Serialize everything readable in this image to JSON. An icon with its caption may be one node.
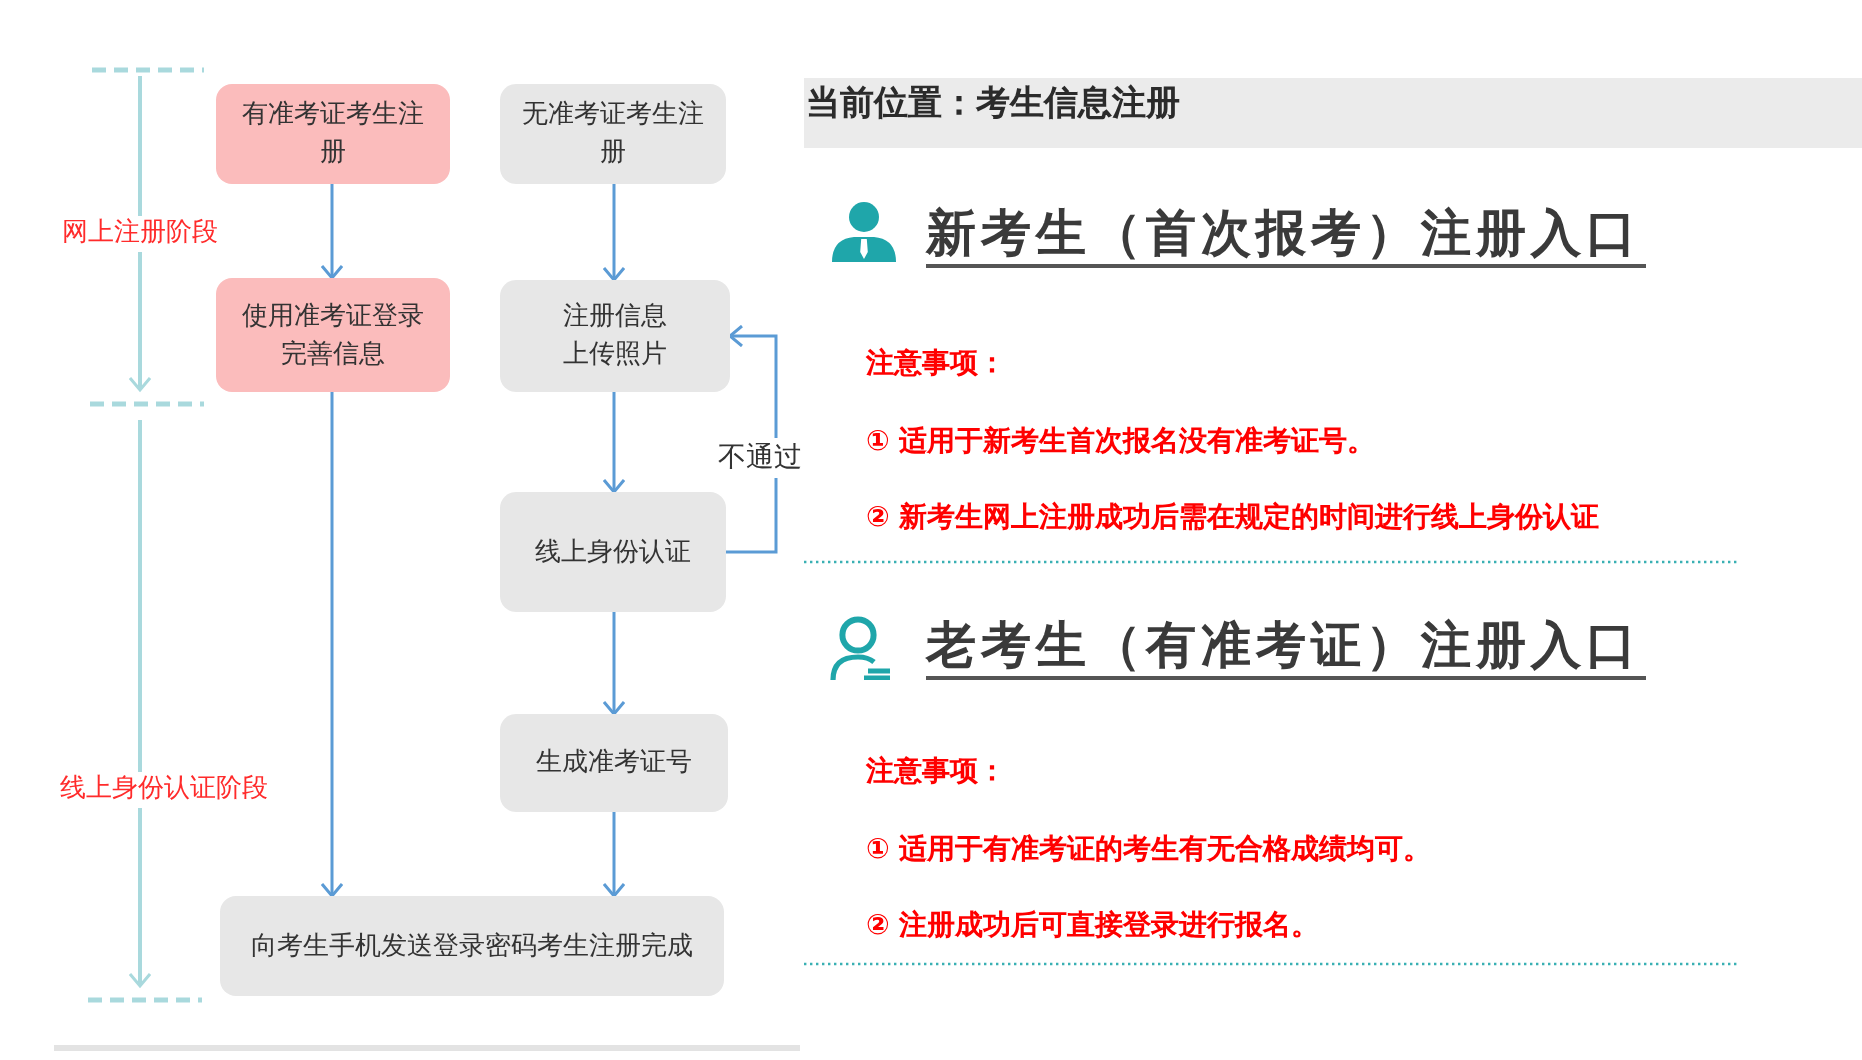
{
  "diagram": {
    "nodes": [
      {
        "text": [
          "有准考证考生注册"
        ]
      },
      {
        "text": [
          "无准考证考生注册"
        ]
      },
      {
        "text": [
          "使用准考证登录完善信息"
        ]
      },
      {
        "text": [
          "注册信息上传照片"
        ]
      },
      {
        "text": [
          "线上身份认证"
        ]
      },
      {
        "text": [
          "生成准考证号"
        ]
      },
      {
        "text": [
          "向考生手机发送登录密码考生注册完成"
        ]
      }
    ],
    "edges": [
      {
        "from": 0,
        "to": 2,
        "arrow": "to"
      },
      {
        "from": 1,
        "to": 3,
        "arrow": "to"
      },
      {
        "from": 3,
        "to": 4,
        "arrow": "to"
      },
      {
        "from": 4,
        "to": 3,
        "arrow": "to",
        "label": "不通过"
      },
      {
        "from": 4,
        "to": 5,
        "arrow": "to"
      },
      {
        "from": 2,
        "to": 6,
        "arrow": "to"
      },
      {
        "from": 5,
        "to": 6,
        "arrow": "to"
      }
    ],
    "labels": [
      "网上注册阶段",
      "线上身份认证阶段",
      "当前位置：考生信息注册",
      "新考生（首次报考）注册入口",
      "注意事项：",
      "① 适用于新考生首次报名没有准考证号。",
      "② 新考生网上注册成功后需在规定的时间进行线上身份认证",
      "老考生（有准考证）注册入口",
      "注意事项：",
      "① 适用于有准考证的考生有无合格成绩均可。",
      "② 注册成功后可直接登录进行报名。"
    ]
  }
}
